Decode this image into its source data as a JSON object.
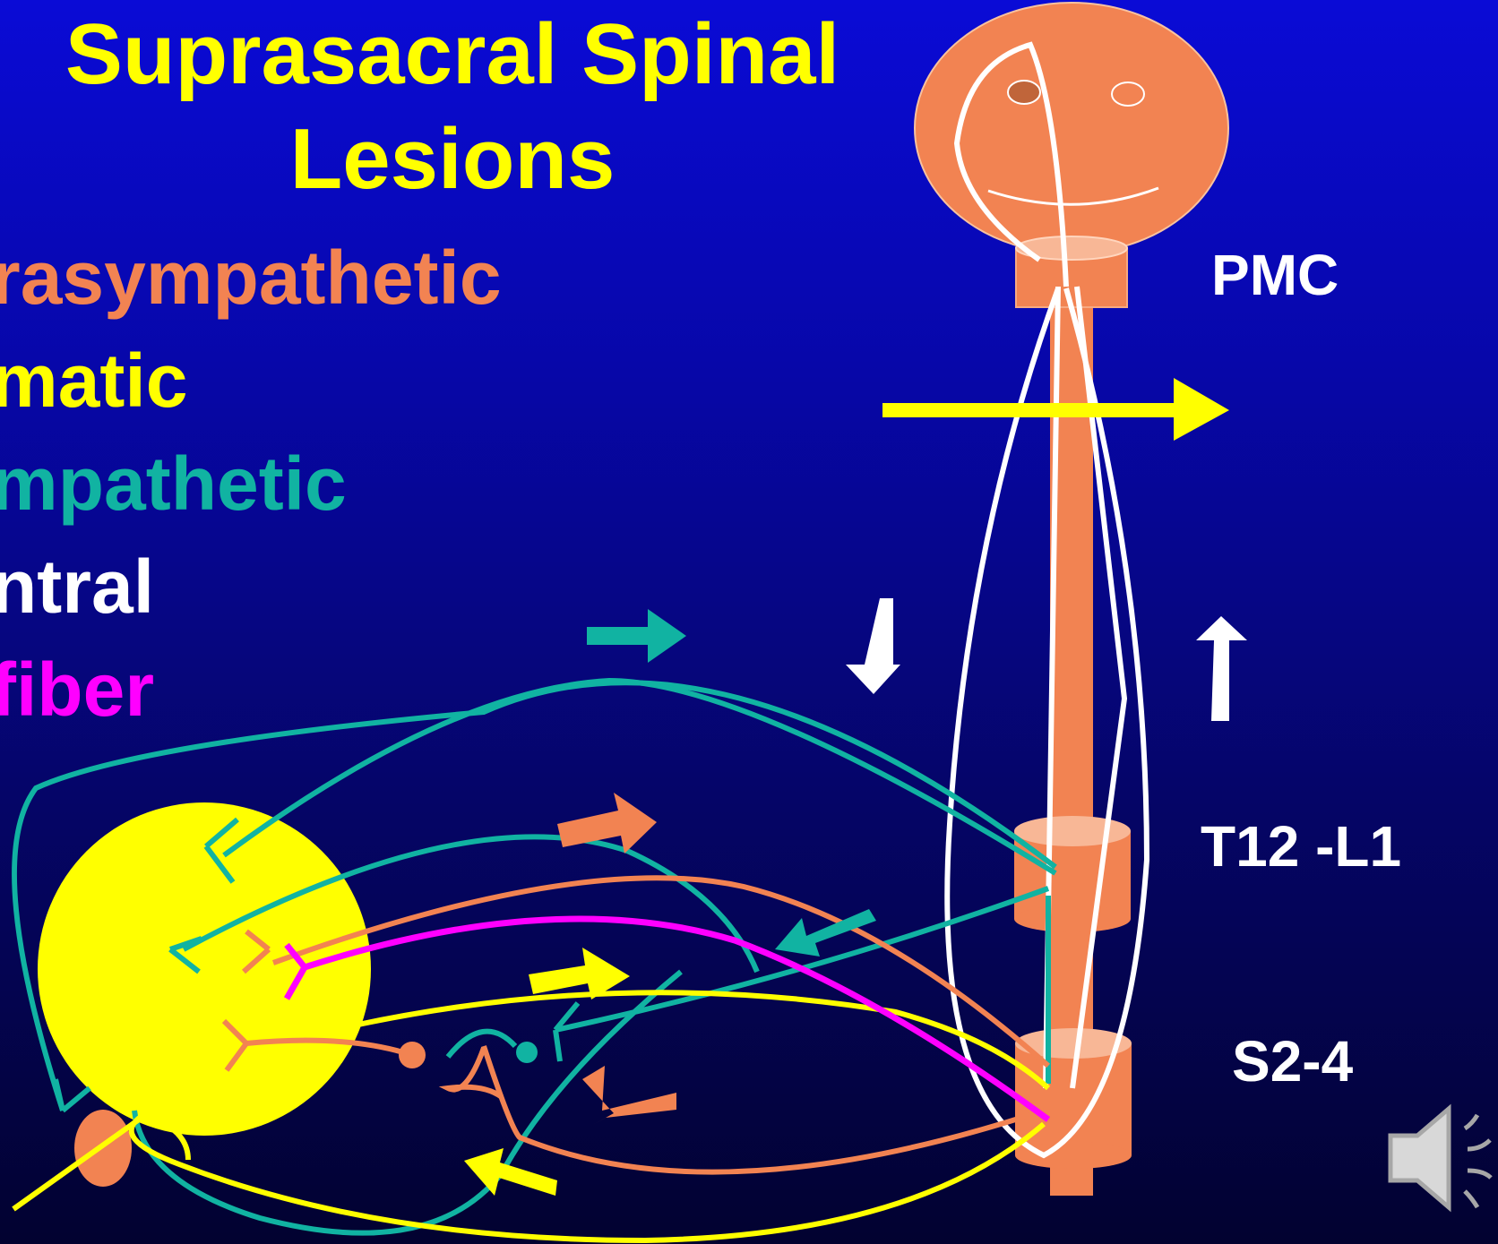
{
  "title": {
    "line1": "Suprasacral Spinal",
    "line2": "Lesions"
  },
  "legend": [
    {
      "text": "rasympathetic",
      "color": "#f28352"
    },
    {
      "text": "matic",
      "color": "#ffff00"
    },
    {
      "text": "mpathetic",
      "color": "#11b3a2"
    },
    {
      "text": "ntral",
      "color": "#ffffff"
    },
    {
      "text": "fiber",
      "color": "#ff00ff"
    }
  ],
  "levels": {
    "pmc": "PMC",
    "t12_l1": "T12 -L1",
    "s2_4": "S2-4"
  },
  "colors": {
    "parasympathetic": "#f28352",
    "somatic": "#ffff00",
    "sympathetic": "#11b3a2",
    "central": "#ffffff",
    "afferent": "#ff00ff",
    "bladder": "#ffff00",
    "spinal_cord": "#f28352",
    "background": "#0707a8"
  },
  "icons": {
    "lesion": "lesion-arrow-icon",
    "speaker": "speaker-icon"
  }
}
